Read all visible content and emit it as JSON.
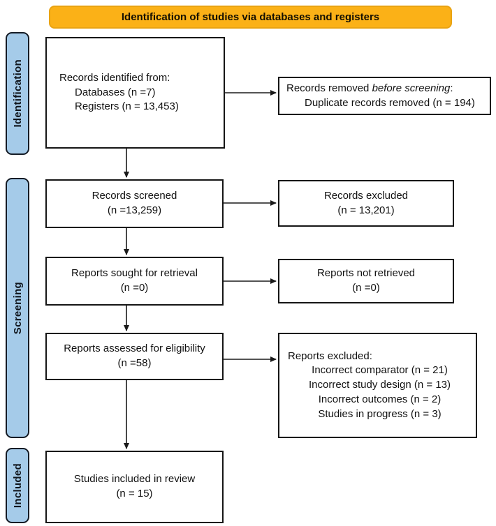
{
  "banner": {
    "label": "Identification of studies via databases and registers"
  },
  "colors": {
    "banner_fill": "#FBB117",
    "banner_border": "#E9A312",
    "stage_fill": "#A5CBE9",
    "stage_border": "#151C26",
    "box_border": "#151515",
    "arrow": "#1a1a1a"
  },
  "stages": [
    {
      "label": "Identification"
    },
    {
      "label": "Screening"
    },
    {
      "label": "Included"
    }
  ],
  "boxes": {
    "identified": {
      "line1": "Records identified from:",
      "line2": "Databases (n =7)",
      "line3": "Registers (n = 13,453)"
    },
    "removed": {
      "prefix": "Records removed ",
      "italic": "before screening",
      "suffix": ":",
      "line2": "Duplicate records removed (n = 194)"
    },
    "screened": {
      "line1": "Records screened",
      "line2": "(n =13,259)"
    },
    "excluded": {
      "line1": "Records excluded",
      "line2": "(n = 13,201)"
    },
    "sought": {
      "line1": "Reports sought for retrieval",
      "line2": "(n =0)"
    },
    "not_retrieved": {
      "line1": "Reports not retrieved",
      "line2": "(n =0)"
    },
    "assessed": {
      "line1": "Reports assessed for eligibility",
      "line2": "(n =58)"
    },
    "reports_excluded": {
      "title": "Reports excluded:",
      "items": [
        "Incorrect comparator (n = 21)",
        "Incorrect study design (n = 13)",
        "Incorrect outcomes (n = 2)",
        "Studies in progress (n = 3)"
      ]
    },
    "included_review": {
      "line1": "Studies included in review",
      "line2": "(n = 15)"
    }
  }
}
